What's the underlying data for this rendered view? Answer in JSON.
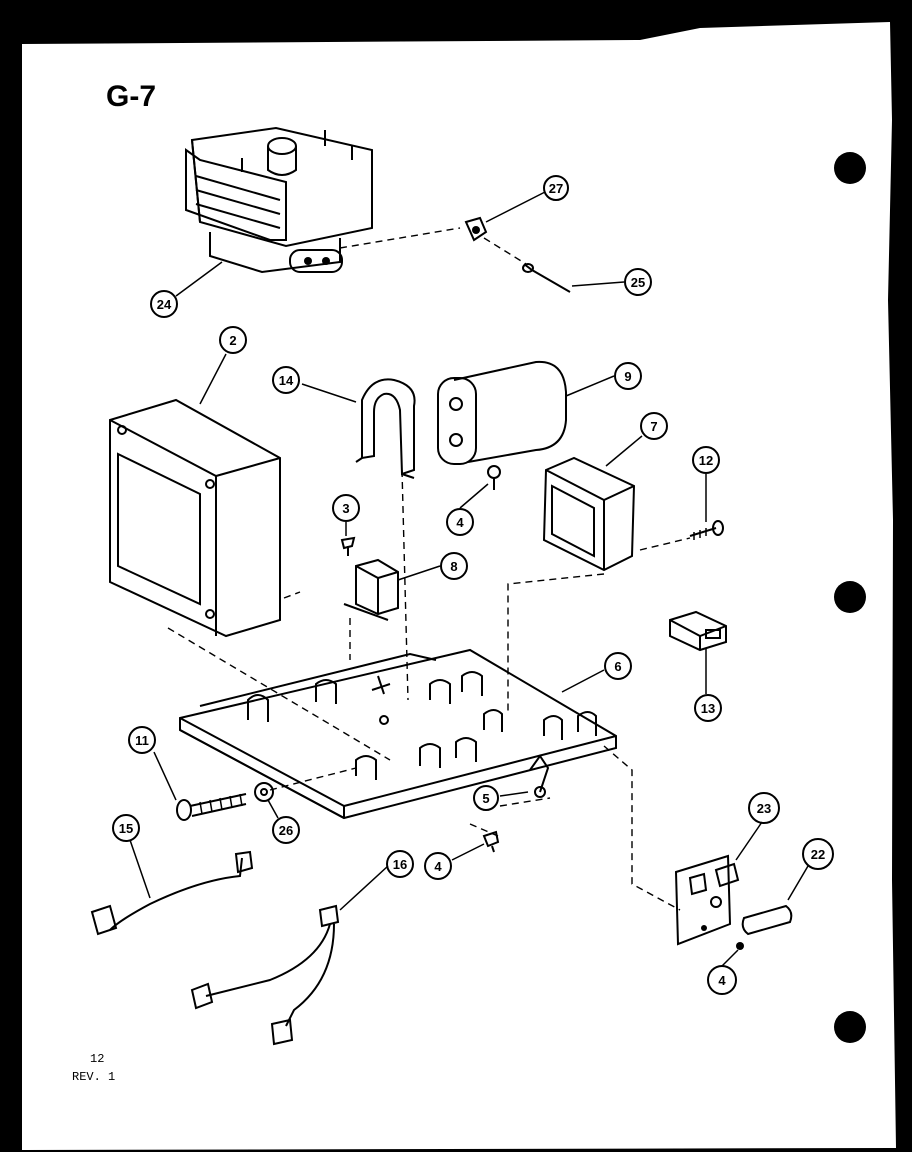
{
  "diagram": {
    "title": "G-7",
    "page_number": "12",
    "revision": "REV. 1",
    "callouts": [
      {
        "id": "27",
        "label": "27"
      },
      {
        "id": "24",
        "label": "24"
      },
      {
        "id": "25",
        "label": "25"
      },
      {
        "id": "2",
        "label": "2"
      },
      {
        "id": "14",
        "label": "14"
      },
      {
        "id": "9",
        "label": "9"
      },
      {
        "id": "7",
        "label": "7"
      },
      {
        "id": "12",
        "label": "12"
      },
      {
        "id": "3",
        "label": "3"
      },
      {
        "id": "4a",
        "label": "4"
      },
      {
        "id": "8",
        "label": "8"
      },
      {
        "id": "13",
        "label": "13"
      },
      {
        "id": "6",
        "label": "6"
      },
      {
        "id": "11",
        "label": "11"
      },
      {
        "id": "5",
        "label": "5"
      },
      {
        "id": "26",
        "label": "26"
      },
      {
        "id": "15",
        "label": "15"
      },
      {
        "id": "16",
        "label": "16"
      },
      {
        "id": "4b",
        "label": "4"
      },
      {
        "id": "23",
        "label": "23"
      },
      {
        "id": "22",
        "label": "22"
      },
      {
        "id": "4c",
        "label": "4"
      }
    ]
  }
}
